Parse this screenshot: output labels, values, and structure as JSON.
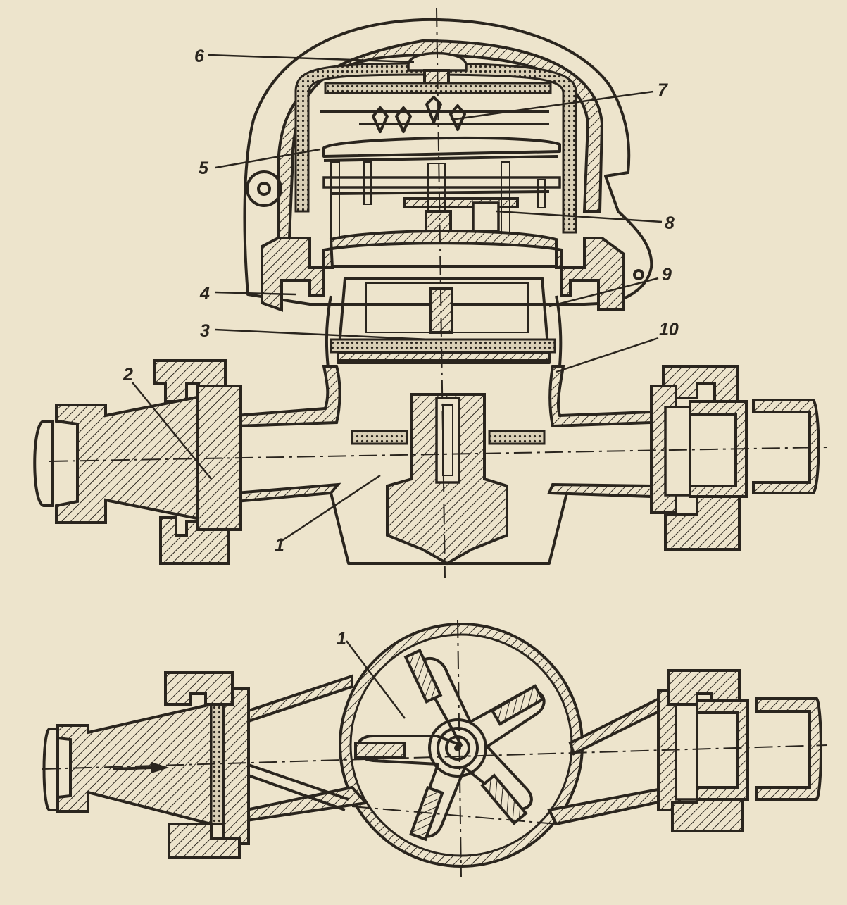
{
  "diagram": {
    "upper_view_callouts": [
      {
        "id": "callout-1",
        "text": "1"
      },
      {
        "id": "callout-2",
        "text": "2"
      },
      {
        "id": "callout-3",
        "text": "3"
      },
      {
        "id": "callout-4",
        "text": "4"
      },
      {
        "id": "callout-5",
        "text": "5"
      },
      {
        "id": "callout-6",
        "text": "6"
      },
      {
        "id": "callout-7",
        "text": "7"
      },
      {
        "id": "callout-8",
        "text": "8"
      },
      {
        "id": "callout-9",
        "text": "9"
      },
      {
        "id": "callout-10",
        "text": "10"
      }
    ],
    "lower_view_callouts": [
      {
        "id": "callout-1-plan",
        "text": "1"
      }
    ],
    "colors": {
      "paper": "#ede4cc",
      "ink": "#2a251e"
    }
  }
}
